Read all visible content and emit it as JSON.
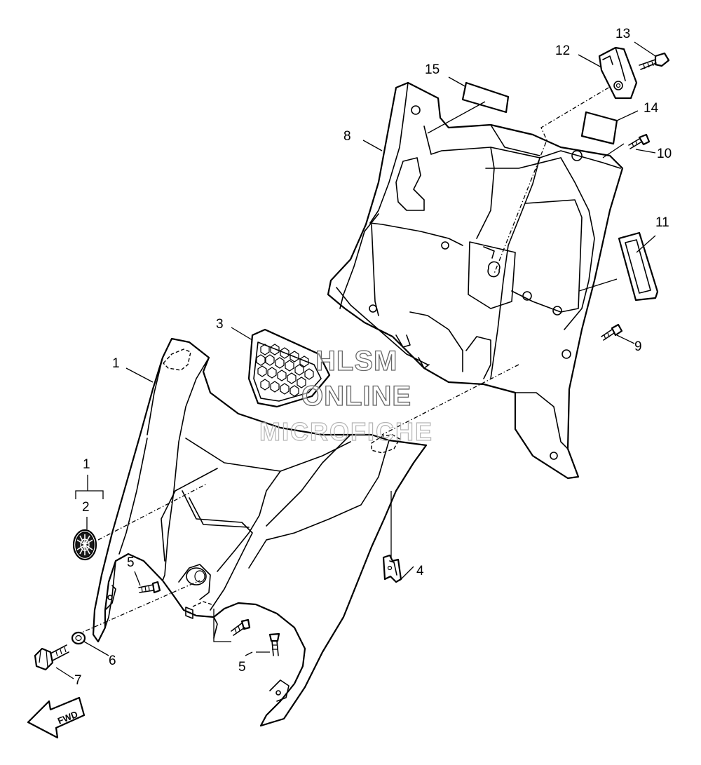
{
  "callouts": {
    "c1a": "1",
    "c1b": "1",
    "c2": "2",
    "c3": "3",
    "c4": "4",
    "c5a": "5",
    "c5b": "5",
    "c6": "6",
    "c7": "7",
    "c8": "8",
    "c9": "9",
    "c10": "10",
    "c11": "11",
    "c12": "12",
    "c13": "13",
    "c14": "14",
    "c15": "15"
  },
  "watermark": {
    "line1": "HLSM",
    "line2": "ONLINE",
    "line3": "MICROFICHE"
  },
  "fwd_label": "FWD"
}
